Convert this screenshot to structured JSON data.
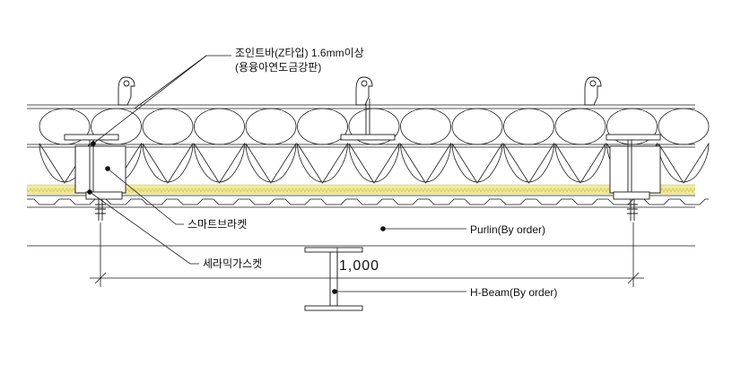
{
  "labels": {
    "joint_bar_line1": "조인트바(Z타입) 1.6mm이상",
    "joint_bar_line2": "(용융아연도금강판)",
    "smart_bracket": "스마트브라켓",
    "ceramic_gasket": "세라믹가스켓",
    "purlin": "Purlin(By order)",
    "h_beam": "H-Beam(By order)",
    "dimension": "1,000"
  },
  "colors": {
    "line": "#1a1a1a",
    "insulation_band": "#f3eb9a",
    "insulation_hatch": "#c9bf55"
  }
}
